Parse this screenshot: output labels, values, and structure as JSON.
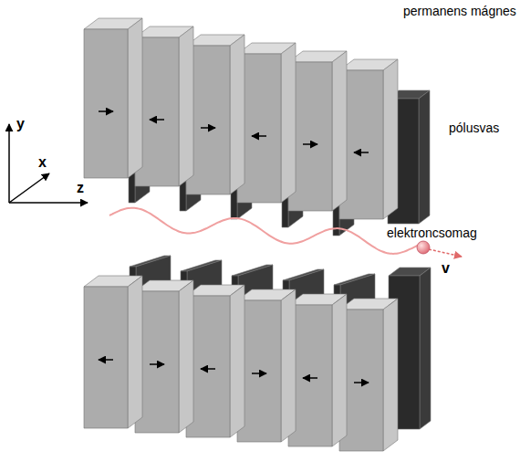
{
  "diagram": {
    "labels": [
      "permanens mágnes",
      "pólusvas",
      "elektroncsomag",
      "v",
      "y",
      "x",
      "z"
    ]
  }
}
